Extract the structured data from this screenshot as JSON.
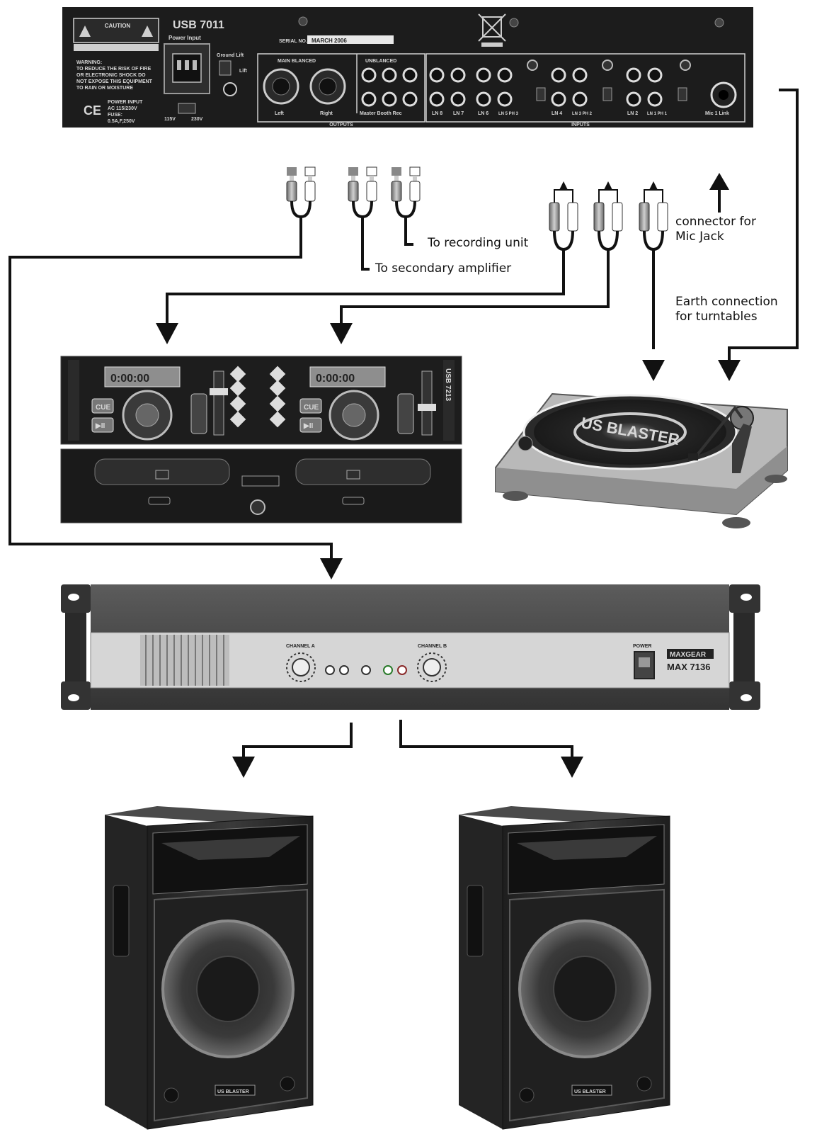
{
  "mixer": {
    "model": "USB 7011",
    "power_input_label": "Power Input",
    "caution": "CAUTION",
    "warning_lines": [
      "WARNING:",
      "TO REDUCE THE RISK OF FIRE",
      "OR ELECTRONIC SHOCK DO",
      "NOT EXPOSE THIS EQUIPMENT",
      "TO RAIN OR MOISTURE"
    ],
    "ce_mark": "CE",
    "power_spec_lines": [
      "POWER INPUT",
      "AC 115/230V",
      "FUSE:",
      "0.5A,F,250V"
    ],
    "voltage_115": "115V",
    "voltage_230": "230V",
    "ground_lift": "Ground Lift",
    "lift": "Lift",
    "serial_label": "SERIAL NO.",
    "serial_value": "MARCH 2006",
    "main_balanced": "MAIN BLANCED",
    "unbalanced": "UNBLANCED",
    "left": "Left",
    "right": "Right",
    "master_booth_rec": "Master Booth Rec",
    "outputs": "OUTPUTS",
    "inputs": "INPUTS",
    "input_labels": [
      "LN 8",
      "LN 7",
      "LN 6",
      "LN 5 PH 3",
      "LN 4",
      "LN 3 PH 2",
      "LN 2",
      "LN 1 PH 1"
    ],
    "mic_link": "Mic 1 Link"
  },
  "labels": {
    "recording": "To recording unit",
    "secondary": "To secondary amplifier",
    "mic_jack_line1": "connector for",
    "mic_jack_line2": "Mic Jack",
    "earth_line1": "Earth connection",
    "earth_line2": "for turntables"
  },
  "cd_player": {
    "display_text": "0:00:00",
    "cue": "CUE",
    "play": "▶II",
    "model_text": "USB 7213"
  },
  "turntable": {
    "brand": "US BLASTER"
  },
  "amplifier": {
    "channel_a": "CHANNEL A",
    "channel_b": "CHANNEL B",
    "power": "POWER",
    "brand": "MAXGEAR",
    "model": "MAX 7136"
  },
  "speakers": {
    "brand": "US BLASTER"
  },
  "colors": {
    "mixer_panel": "#1c1c1c",
    "amp_body": "#4a4a4a",
    "amp_face": "#d6d6d6",
    "speaker_body": "#2e2e2e",
    "turntable_body": "#b9b9b9"
  }
}
